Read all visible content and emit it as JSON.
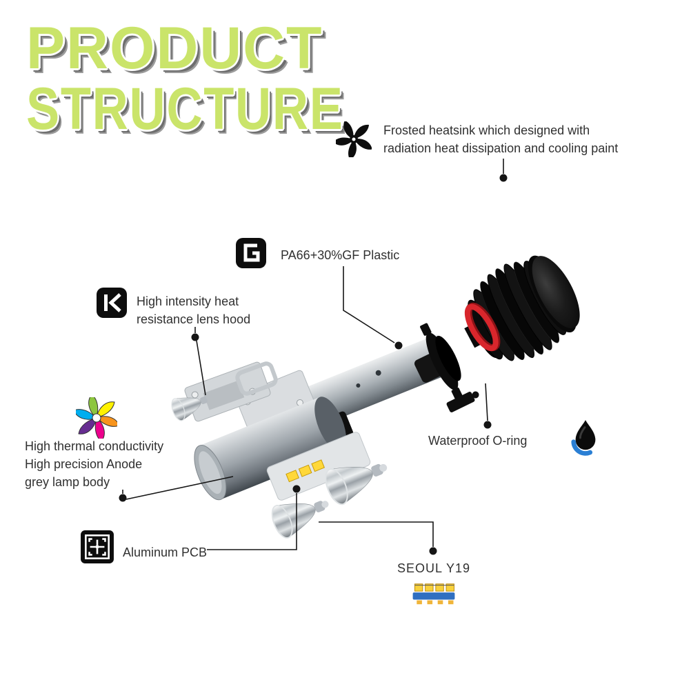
{
  "title": {
    "line1": "PRODUCT",
    "line2": "STRUCTURE"
  },
  "callouts": {
    "heatsink": {
      "icon": "fan-swirl-icon",
      "lines": [
        "Frosted heatsink which designed with",
        "radiation heat dissipation and cooling paint"
      ]
    },
    "plastic": {
      "icon": "plastic-maze-icon",
      "label": "PA66+30%GF Plastic"
    },
    "lens_hood": {
      "icon": "lens-hood-icon",
      "lines": [
        "High intensity heat",
        "resistance lens hood"
      ]
    },
    "lamp_body": {
      "icon": "color-swirl-icon",
      "lines": [
        "High thermal conductivity",
        "High precision Anode",
        "grey lamp body"
      ]
    },
    "oring": {
      "icon": "water-drop-icon",
      "label": "Waterproof O-ring"
    },
    "pcb": {
      "icon": "pcb-pattern-icon",
      "label": "Aluminum PCB"
    },
    "led": {
      "icon": "led-chip-icon",
      "label": "SEOUL Y19"
    }
  },
  "colors": {
    "title_green": "#cae46a",
    "title_shadow": "#6e6e6e",
    "oring_red": "#d8262c",
    "drop_blue": "#2a7fd4",
    "led_chip_yellow": "#f8d23c",
    "led_base_blue": "#2f6fc1"
  }
}
